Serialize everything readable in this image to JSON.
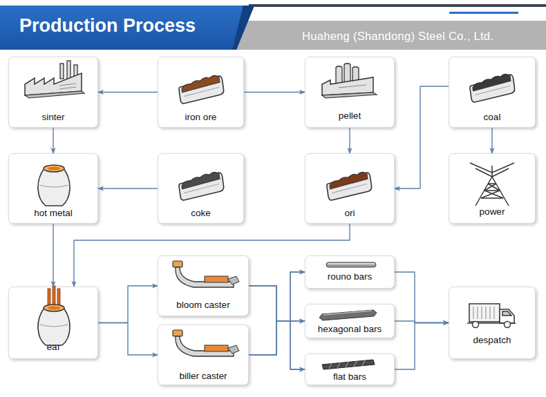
{
  "diagram": {
    "title": "Production Process",
    "nodes": [
      {
        "text": [
          "sinter"
        ]
      },
      {
        "text": [
          "iron ore"
        ]
      },
      {
        "text": [
          "pellet"
        ]
      },
      {
        "text": [
          "coal"
        ]
      },
      {
        "text": [
          "hot metal"
        ]
      },
      {
        "text": [
          "coke"
        ]
      },
      {
        "text": [
          "ori"
        ]
      },
      {
        "text": [
          "power"
        ]
      },
      {
        "text": [
          "eaf"
        ]
      },
      {
        "text": [
          "bloom caster"
        ]
      },
      {
        "text": [
          "biller caster"
        ]
      },
      {
        "text": [
          "rouno bars"
        ]
      },
      {
        "text": [
          "hexagonal bars"
        ]
      },
      {
        "text": [
          "flat bars"
        ]
      },
      {
        "text": [
          "despatch"
        ]
      }
    ],
    "edges": [
      {
        "from": 1,
        "to": 0,
        "arrow": "to"
      },
      {
        "from": 1,
        "to": 2,
        "arrow": "to"
      },
      {
        "from": 2,
        "to": 6,
        "arrow": "to"
      },
      {
        "from": 3,
        "to": 6,
        "arrow": "to"
      },
      {
        "from": 3,
        "to": 7,
        "arrow": "to"
      },
      {
        "from": 0,
        "to": 4,
        "arrow": "to"
      },
      {
        "from": 5,
        "to": 4,
        "arrow": "to"
      },
      {
        "from": 4,
        "to": 8,
        "arrow": "to"
      },
      {
        "from": 6,
        "to": 8,
        "arrow": "to"
      },
      {
        "from": 8,
        "to": 9,
        "arrow": "to"
      },
      {
        "from": 8,
        "to": 10,
        "arrow": "to"
      },
      {
        "from": 9,
        "to": 11,
        "arrow": "to"
      },
      {
        "from": 9,
        "to": 12,
        "arrow": "to"
      },
      {
        "from": 9,
        "to": 13,
        "arrow": "to"
      },
      {
        "from": 10,
        "to": 11,
        "arrow": "to"
      },
      {
        "from": 10,
        "to": 12,
        "arrow": "to"
      },
      {
        "from": 10,
        "to": 13,
        "arrow": "to"
      },
      {
        "from": 11,
        "to": 14,
        "arrow": "to"
      },
      {
        "from": 12,
        "to": 14,
        "arrow": "to"
      },
      {
        "from": 13,
        "to": 14,
        "arrow": "to"
      }
    ],
    "labels": [
      "Huaheng (Shandong) Steel Co., Ltd."
    ]
  }
}
